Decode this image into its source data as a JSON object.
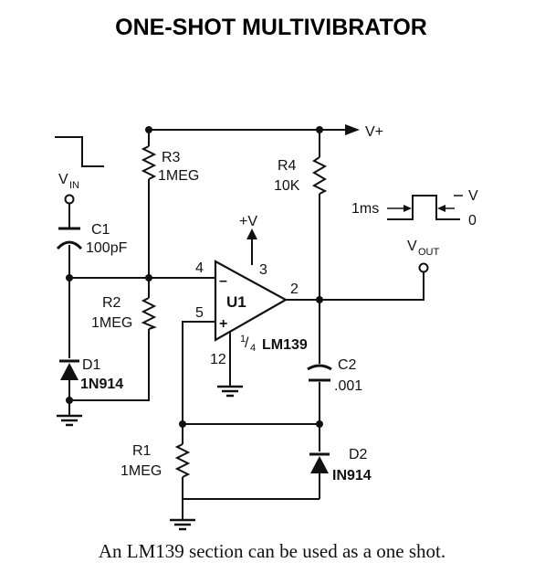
{
  "title": "ONE-SHOT MULTIVIBRATOR",
  "caption": "An LM139 section can be used as a one shot.",
  "components": {
    "r3": {
      "ref": "R3",
      "value": "1MEG"
    },
    "r4": {
      "ref": "R4",
      "value": "10K"
    },
    "r2": {
      "ref": "R2",
      "value": "1MEG"
    },
    "r1": {
      "ref": "R1",
      "value": "1MEG"
    },
    "c1": {
      "ref": "C1",
      "value": "100pF"
    },
    "c2": {
      "ref": "C2",
      "value": ".001"
    },
    "d1": {
      "ref": "D1",
      "value": "1N914"
    },
    "d2": {
      "ref": "D2",
      "value": "IN914"
    },
    "u1": {
      "ref": "U1",
      "part": "LM139",
      "fraction_num": "1",
      "fraction_den": "4"
    }
  },
  "nets": {
    "vplus": "V+",
    "plus_v": "+V",
    "vin": "V",
    "vin_sub": "IN",
    "vout": "V",
    "vout_sub": "OUT"
  },
  "pins": {
    "inv": "4",
    "supply": "3",
    "noninv": "5",
    "out": "2",
    "gnd": "12"
  },
  "opamp_signs": {
    "minus": "–",
    "plus": "+"
  },
  "pulse": {
    "width": "1ms",
    "high": "V",
    "low": "0"
  }
}
